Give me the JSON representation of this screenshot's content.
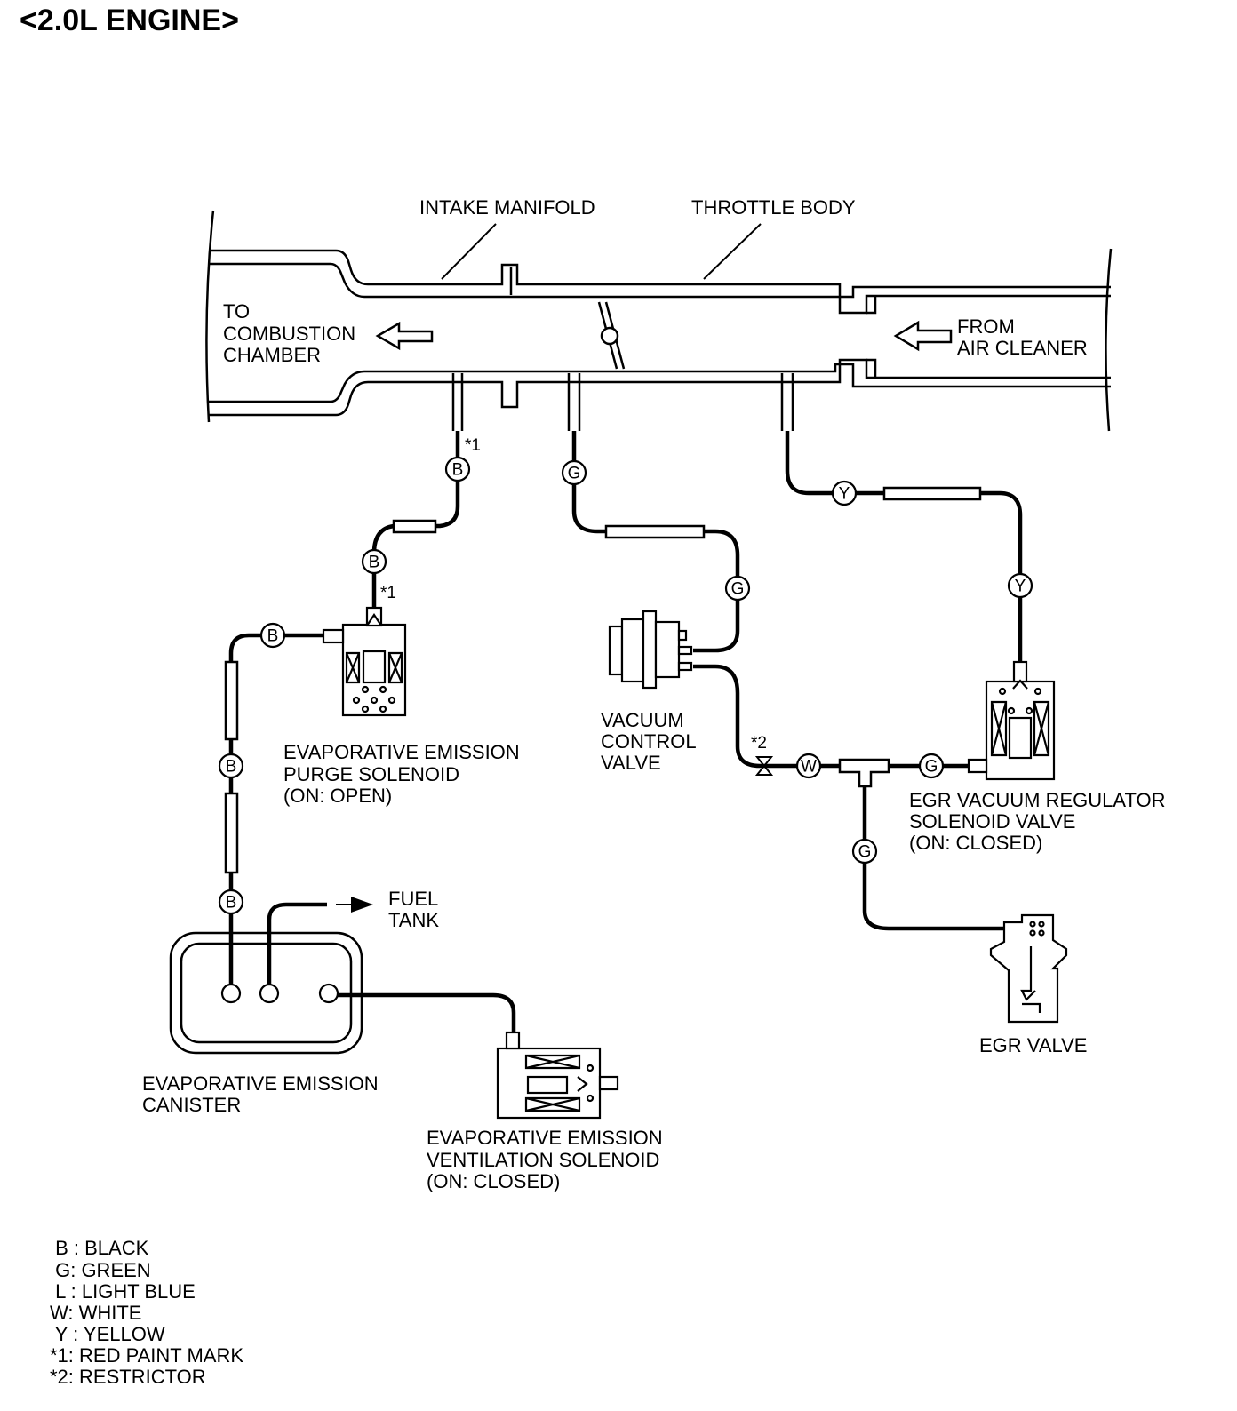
{
  "title": "<2.0L ENGINE>",
  "labels": {
    "intake_manifold": "INTAKE MANIFOLD",
    "throttle_body": "THROTTLE BODY",
    "to_combustion": [
      "TO",
      "COMBUSTION",
      "CHAMBER"
    ],
    "from_air_cleaner": [
      "FROM",
      "AIR CLEANER"
    ],
    "vacuum_control_valve": [
      "VACUUM",
      "CONTROL",
      "VALVE"
    ],
    "purge_solenoid": [
      "EVAPORATIVE EMISSION",
      "PURGE SOLENOID",
      "(ON: OPEN)"
    ],
    "egr_vacuum_regulator": [
      "EGR VACUUM REGULATOR",
      "SOLENOID VALVE",
      "(ON: CLOSED)"
    ],
    "egr_valve": "EGR VALVE",
    "fuel_tank": [
      "FUEL",
      "TANK"
    ],
    "canister": [
      "EVAPORATIVE EMISSION",
      "CANISTER"
    ],
    "ventilation_solenoid": [
      "EVAPORATIVE EMISSION",
      "VENTILATION SOLENOID",
      "(ON: CLOSED)"
    ]
  },
  "hose_tags": {
    "black": "B",
    "green": "G",
    "white": "W",
    "yellow": "Y"
  },
  "markers": {
    "red_paint": "*1",
    "restrictor": "*2"
  },
  "legend": [
    " B : BLACK",
    " G: GREEN",
    " L : LIGHT BLUE",
    "W: WHITE",
    " Y : YELLOW",
    "*1: RED PAINT MARK",
    "*2: RESTRICTOR"
  ]
}
